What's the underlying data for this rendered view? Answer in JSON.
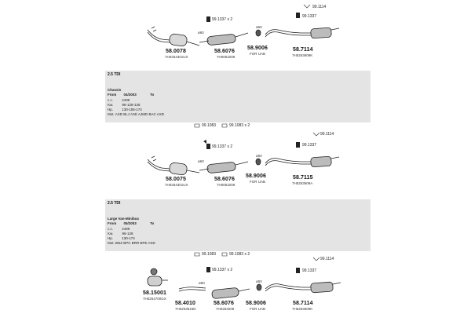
{
  "top_strip": {
    "ref_a": "99.1114"
  },
  "section1": {
    "clamp_a": "99.1337 x 2",
    "clamp_b": "99.1337",
    "dia_a": "ø60",
    "dia_b": "ø50",
    "parts": [
      {
        "num": "58.0078",
        "code": "7H0254301UX"
      },
      {
        "num": "58.6076",
        "code": "7H0053209"
      },
      {
        "num": "58.9006",
        "code": "FOR UAB"
      },
      {
        "num": "58.7114",
        "code": "7H5253609K"
      }
    ]
  },
  "band1": {
    "title": "2.5 TDI",
    "chassis": "Chassis",
    "from_label": "From",
    "from_val": "04/2003",
    "to_label": "To",
    "rows": [
      {
        "k": "c.c.",
        "v": "2499"
      },
      {
        "k": "Kw.",
        "v": "96-128-128"
      },
      {
        "k": "Hp.",
        "v": "130-155-174"
      }
    ],
    "note": "Mot. AXD BLJ AXE AJMD BAC AXD"
  },
  "mid1": {
    "ref_a": "99.1083",
    "ref_b": "99.1083 x 2"
  },
  "section2": {
    "clamp_a": "99.1337 x 2",
    "clamp_b": "99.1337",
    "ref_top": "99.1114",
    "dia_a": "ø60",
    "dia_b": "ø50",
    "parts": [
      {
        "num": "58.0075",
        "code": "7H0254301UX"
      },
      {
        "num": "58.6076",
        "code": "7H0053209"
      },
      {
        "num": "58.9006",
        "code": "FOR UAB"
      },
      {
        "num": "58.7115",
        "code": "7H5253609A"
      }
    ]
  },
  "band2": {
    "title": "2.5 TDI",
    "chassis": "Large Van-Minibus",
    "from_label": "From",
    "from_val": "05/2003",
    "to_label": "To",
    "rows": [
      {
        "k": "c.c.",
        "v": "2499"
      },
      {
        "k": "Kw.",
        "v": "96-128"
      },
      {
        "k": "Hp.",
        "v": "130-174"
      }
    ],
    "note": "Mot. BNZ BPC BRR BPE AXD"
  },
  "mid2": {
    "ref_a": "99.1083",
    "ref_b": "99.1083 x 2"
  },
  "section3": {
    "clamp_a": "99.1337 x 2",
    "clamp_b": "99.1337",
    "ref_top": "99.1114",
    "dia_a": "ø60",
    "dia_b": "ø50",
    "parts": [
      {
        "num": "58.15001",
        "code": "7H0254700GX"
      },
      {
        "num": "58.4010",
        "code": "7H0253515D"
      },
      {
        "num": "58.6076",
        "code": "7H0253209"
      },
      {
        "num": "58.9006",
        "code": "FOR UAB"
      },
      {
        "num": "58.7114",
        "code": "7H5253609K"
      }
    ]
  }
}
